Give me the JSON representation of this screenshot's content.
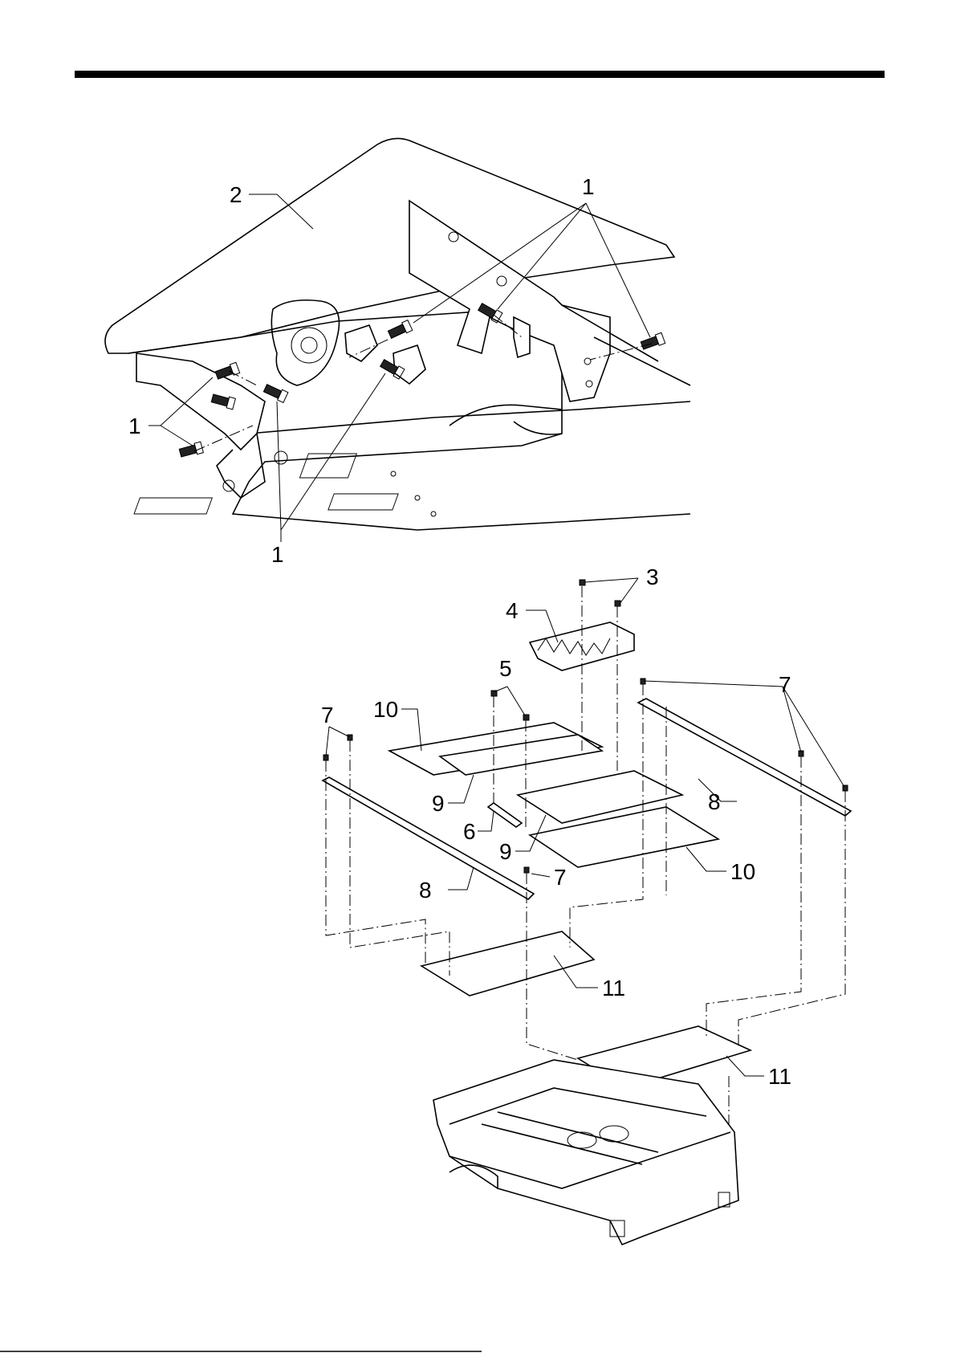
{
  "callouts": {
    "c1a": "1",
    "c1b": "1",
    "c1c": "1",
    "c2": "2",
    "c3": "3",
    "c4": "4",
    "c5": "5",
    "c6": "6",
    "c7a": "7",
    "c7b": "7",
    "c7c": "7",
    "c8a": "8",
    "c8b": "8",
    "c9a": "9",
    "c9b": "9",
    "c10a": "10",
    "c10b": "10",
    "c11a": "11",
    "c11b": "11"
  }
}
